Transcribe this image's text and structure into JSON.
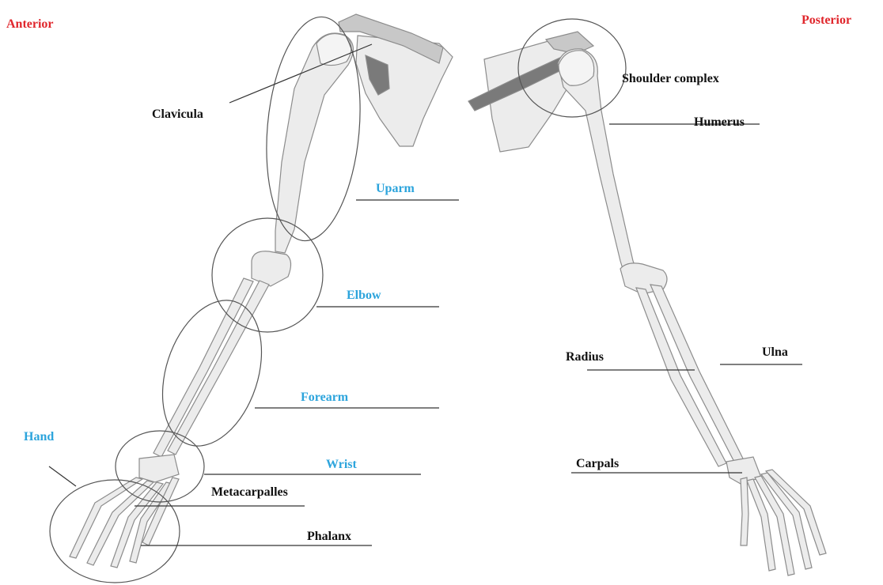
{
  "views": {
    "anterior": "Anterior",
    "posterior": "Posterior"
  },
  "regions": {
    "uparm": "Uparm",
    "elbow": "Elbow",
    "forearm": "Forearm",
    "wrist": "Wrist",
    "hand": "Hand"
  },
  "bones": {
    "clavicula": "Clavicula",
    "metacarpalles": "Metacarpalles",
    "phalanx": "Phalanx",
    "shoulder_complex": "Shoulder complex",
    "humerus": "Humerus",
    "radius": "Radius",
    "ulna": "Ulna",
    "carpals": "Carpals"
  },
  "colors": {
    "view_title": "#e0262c",
    "region_label": "#2ca4dc",
    "bone_label": "#111111",
    "bone_fill": "#ececec",
    "bone_stroke": "#8c8c8c",
    "scapula_dark": "#7a7a7a",
    "leader_line": "#333333"
  }
}
